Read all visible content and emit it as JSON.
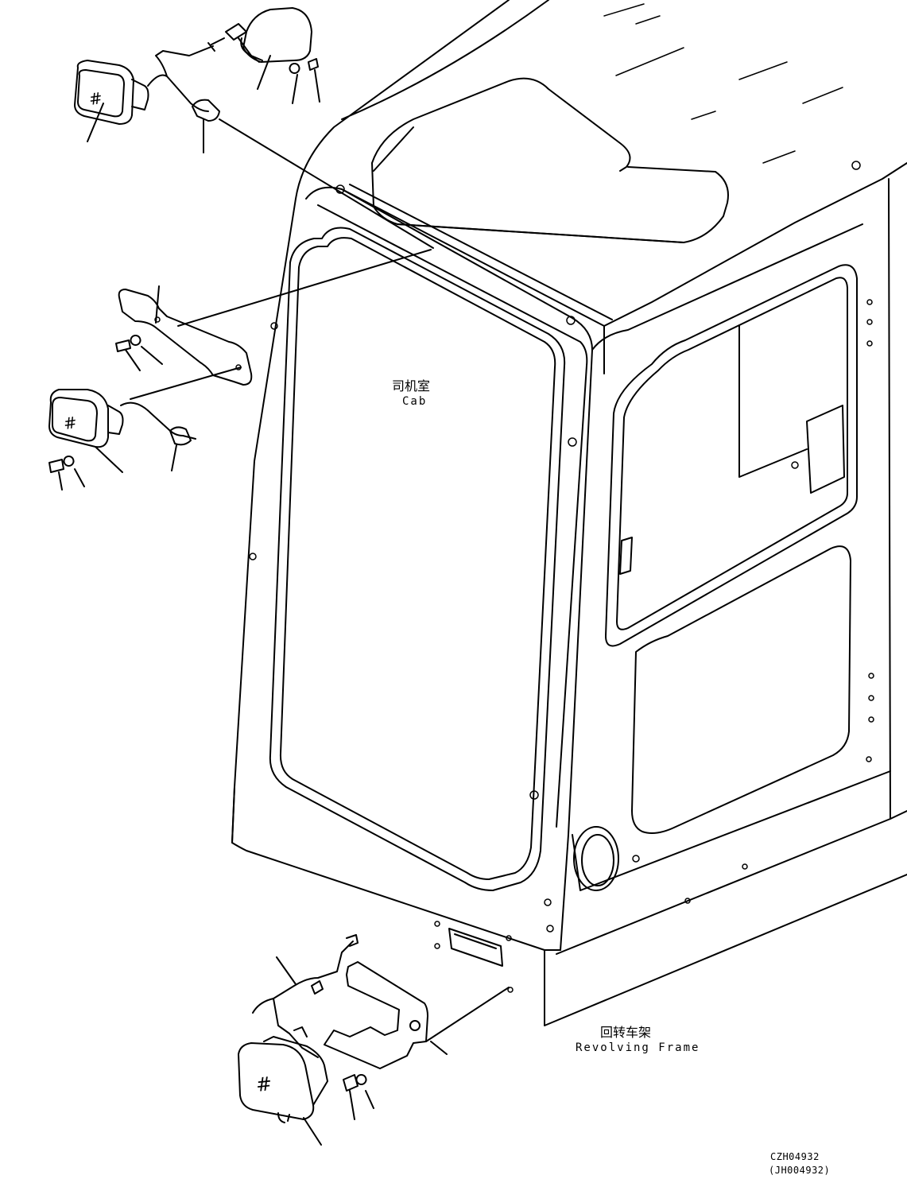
{
  "labels": {
    "cab_cn": "司机室",
    "cab_en": "Cab",
    "frame_cn": "回转车架",
    "frame_en": "Revolving Frame"
  },
  "reference": {
    "code": "CZH04932",
    "code_alt": "(JH004932)"
  },
  "glyphs": {
    "lamp_mark": "#"
  }
}
